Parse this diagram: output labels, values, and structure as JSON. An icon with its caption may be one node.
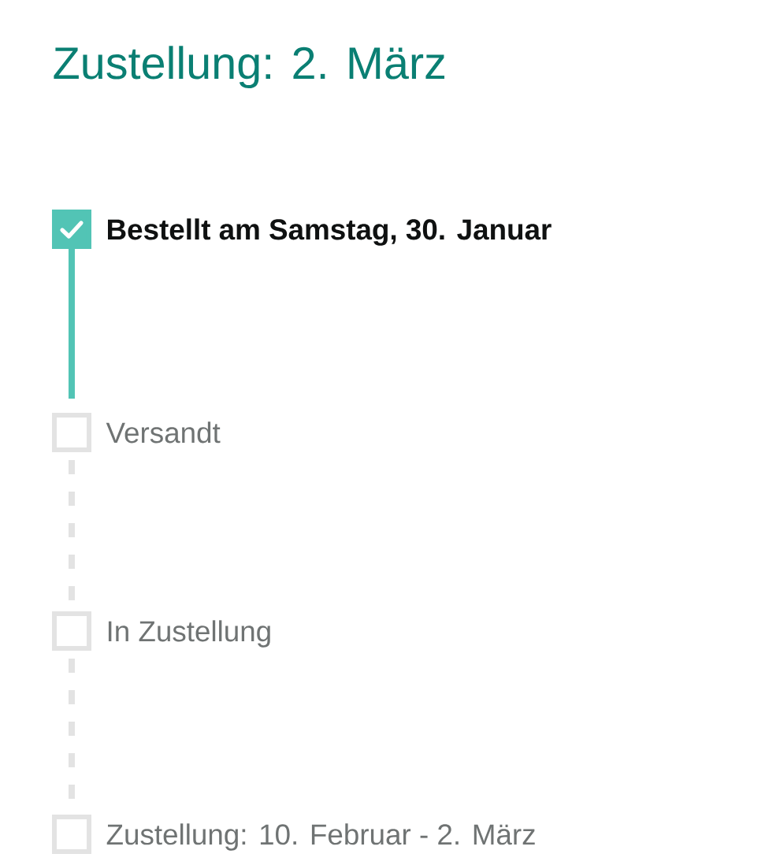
{
  "diagram": {
    "title": "Zustellung: 2. März",
    "nodes": [
      {
        "text": [
          "Bestellt am Samstag, 30. Januar"
        ]
      },
      {
        "text": [
          "Versandt"
        ]
      },
      {
        "text": [
          "In Zustellung"
        ]
      },
      {
        "text": [
          "Zustellung: 10. Februar - 2. März"
        ]
      }
    ],
    "edges": [
      {
        "from": 0,
        "to": 1,
        "arrow": "none",
        "color": "#52c4b5"
      },
      {
        "from": 1,
        "to": 2,
        "arrow": "none",
        "style": "dashed"
      },
      {
        "from": 2,
        "to": 3,
        "arrow": "none",
        "style": "dashed"
      }
    ]
  }
}
